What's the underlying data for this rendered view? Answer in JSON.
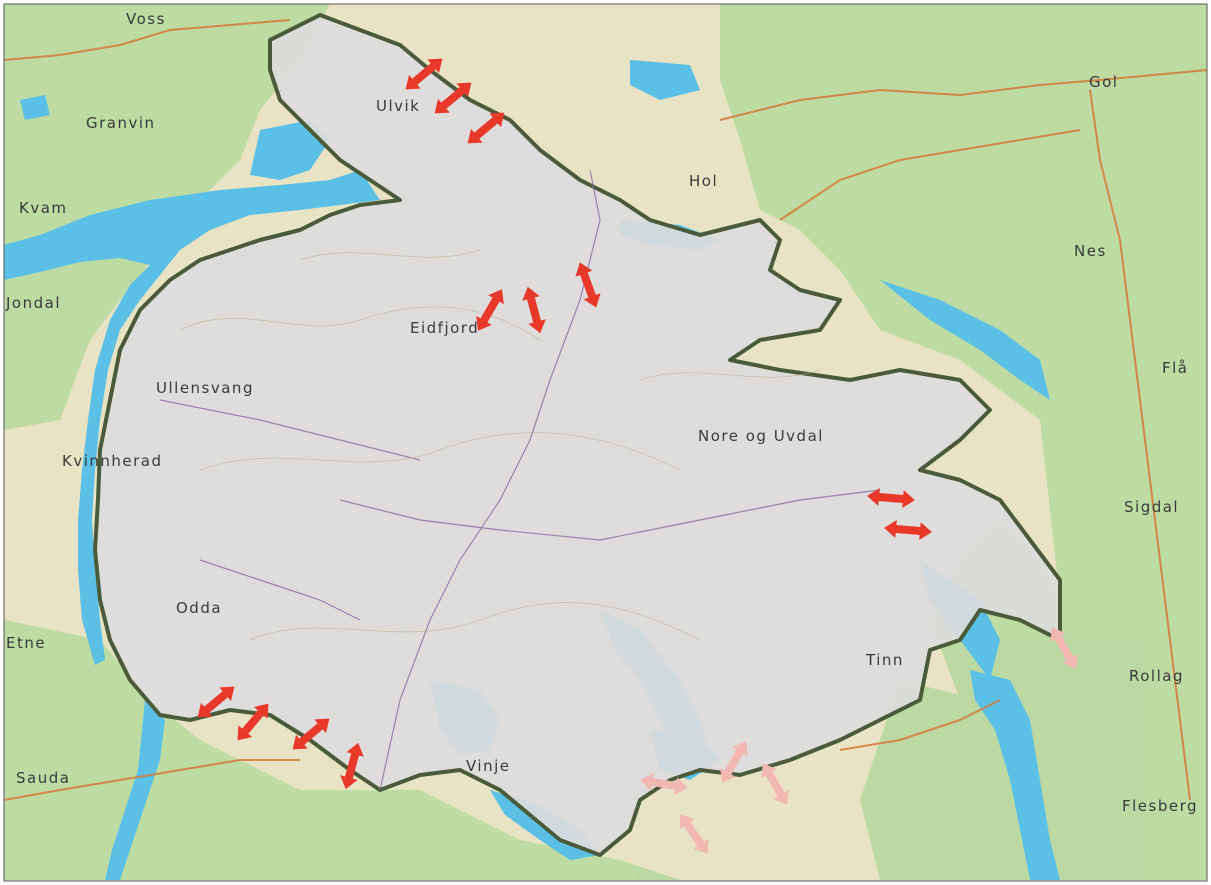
{
  "map": {
    "place_labels": [
      {
        "id": "voss",
        "text": "Voss"
      },
      {
        "id": "granvin",
        "text": "Granvin"
      },
      {
        "id": "ulvik",
        "text": "Ulvik"
      },
      {
        "id": "gol",
        "text": "Gol"
      },
      {
        "id": "hol",
        "text": "Hol"
      },
      {
        "id": "kvam",
        "text": "Kvam"
      },
      {
        "id": "nes",
        "text": "Nes"
      },
      {
        "id": "jondal",
        "text": "Jondal"
      },
      {
        "id": "eidfjord",
        "text": "Eidfjord"
      },
      {
        "id": "fla",
        "text": "Flå"
      },
      {
        "id": "ullensvang",
        "text": "Ullensvang"
      },
      {
        "id": "nore-og-uvdal",
        "text": "Nore og Uvdal"
      },
      {
        "id": "kvinnherad",
        "text": "Kvinnherad"
      },
      {
        "id": "sigdal",
        "text": "Sigdal"
      },
      {
        "id": "odda",
        "text": "Odda"
      },
      {
        "id": "etne",
        "text": "Etne"
      },
      {
        "id": "tinn",
        "text": "Tinn"
      },
      {
        "id": "rollag",
        "text": "Rollag"
      },
      {
        "id": "sauda",
        "text": "Sauda"
      },
      {
        "id": "vinje",
        "text": "Vinje"
      },
      {
        "id": "flesberg",
        "text": "Flesberg"
      }
    ],
    "colors": {
      "land": "#e8e3c4",
      "forest": "#b8d9a0",
      "water": "#5cc0e6",
      "protected_area": "#dcdcdc",
      "boundary": "#4a5a3a",
      "road": "#d47a3a",
      "arrow_strong": "#e8382a",
      "arrow_weak": "#f0b8b0"
    }
  }
}
